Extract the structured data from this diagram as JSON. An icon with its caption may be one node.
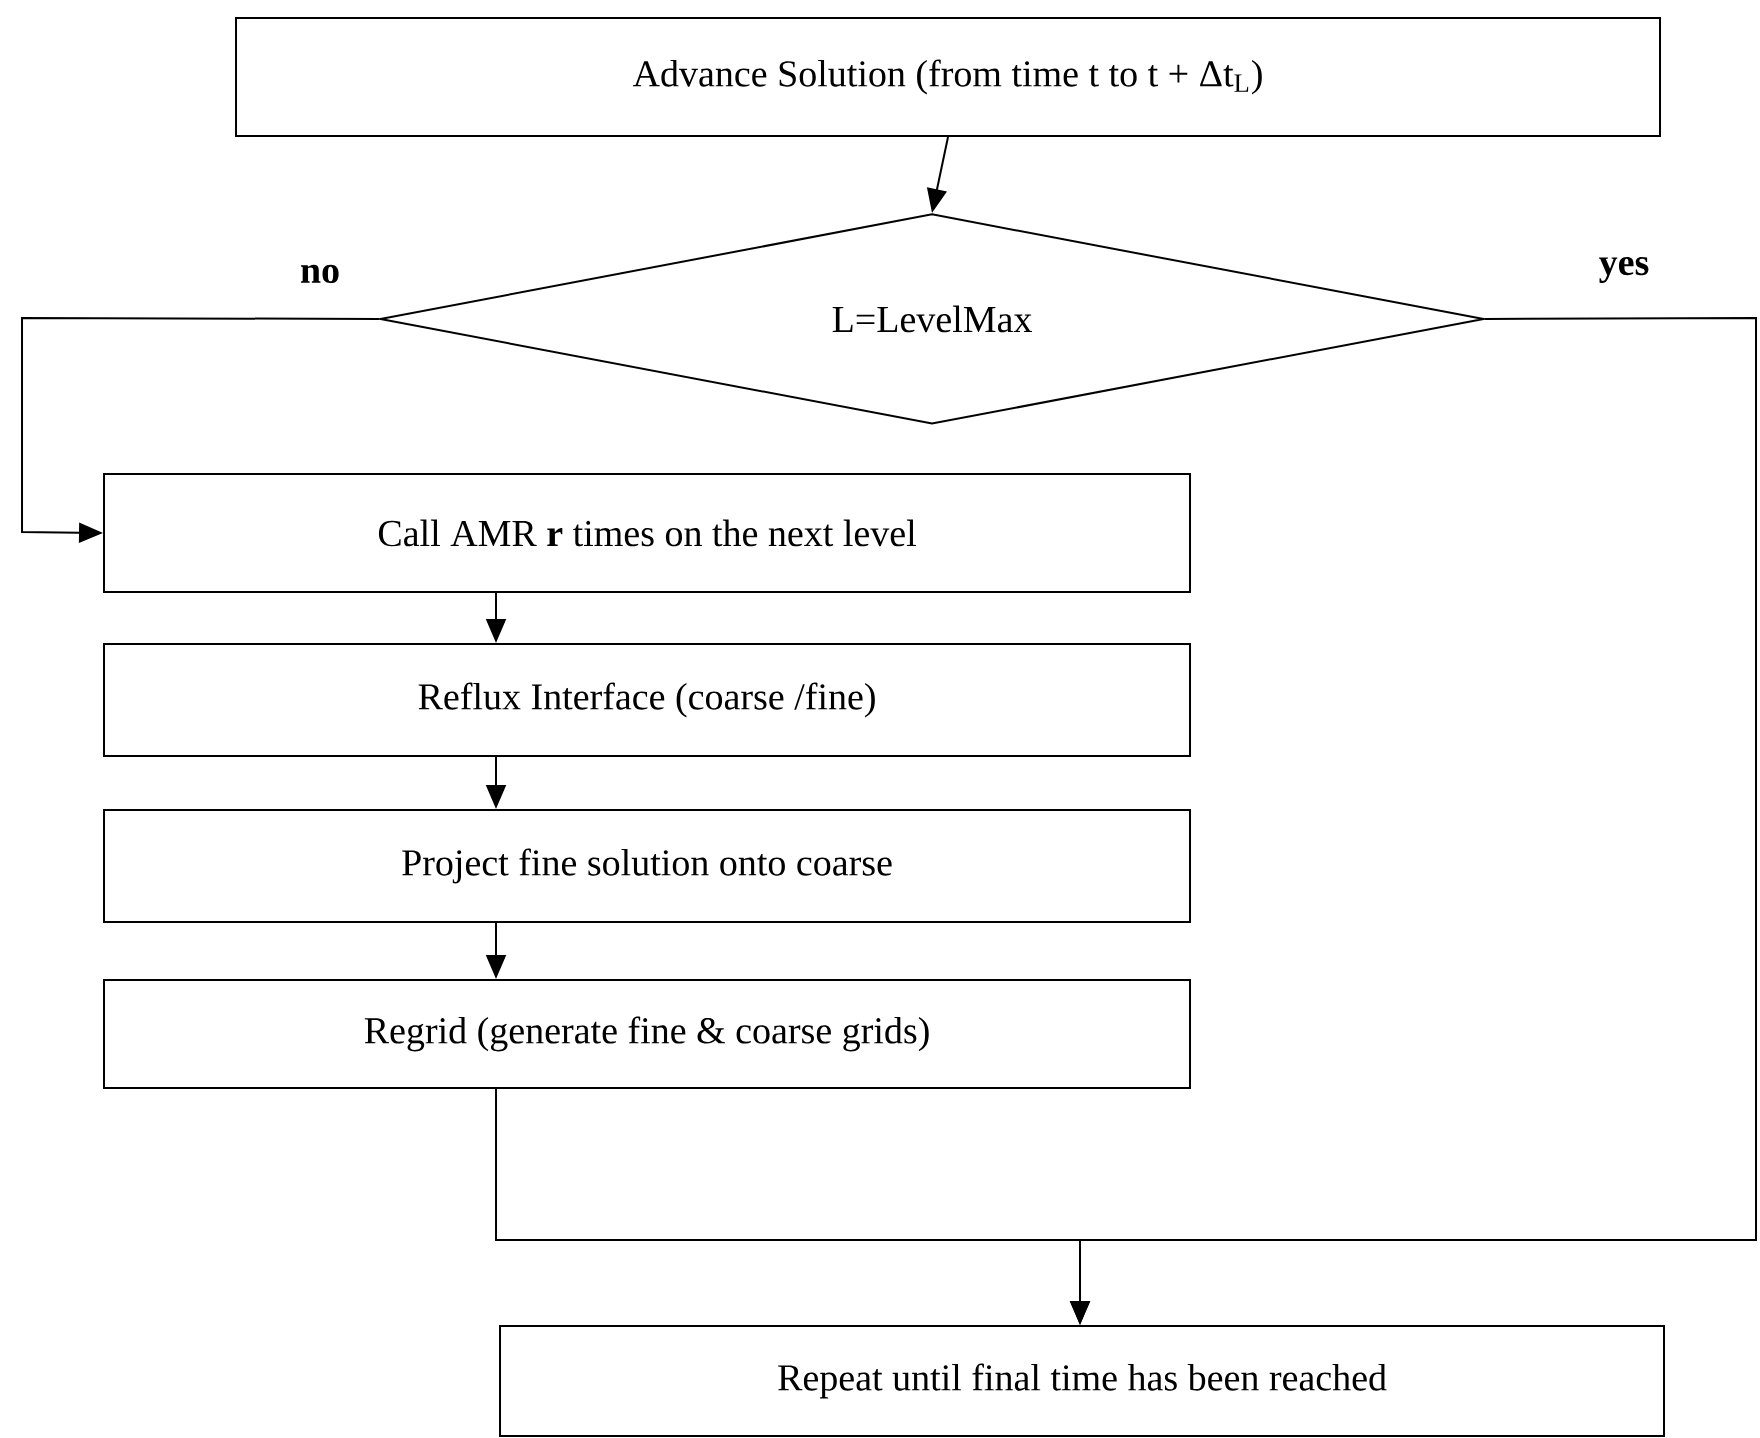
{
  "diagram": {
    "nodes": [
      {
        "text": [
          "Advance Solution (from time t to t + Δt$_{L}$)"
        ]
      },
      {
        "text": [
          "L=LevelMax"
        ]
      },
      {
        "text": [
          "Call AMR **r** times on the next level"
        ]
      },
      {
        "text": [
          "Reflux Interface (coarse /fine)"
        ]
      },
      {
        "text": [
          "Project fine solution onto coarse"
        ]
      },
      {
        "text": [
          "Regrid (generate fine & coarse grids)"
        ]
      },
      {
        "text": [
          "Repeat until final time has been reached"
        ]
      }
    ],
    "edges": [
      {
        "from": 0,
        "to": 1,
        "arrow": "to"
      },
      {
        "from": 1,
        "to": 2,
        "arrow": "to",
        "label": "no"
      },
      {
        "from": 2,
        "to": 3,
        "arrow": "to"
      },
      {
        "from": 3,
        "to": 4,
        "arrow": "to"
      },
      {
        "from": 4,
        "to": 5,
        "arrow": "to"
      },
      {
        "from": 1,
        "to": 6,
        "arrow": "to",
        "label": "yes"
      },
      {
        "from": 5,
        "to": 6,
        "arrow": "to"
      }
    ]
  }
}
